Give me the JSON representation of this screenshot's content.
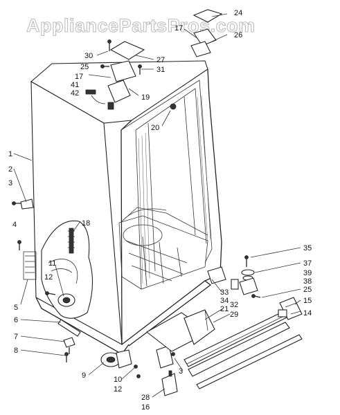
{
  "watermark": "AppliancePartsPros.com",
  "callouts": [
    {
      "id": "c24",
      "label": "24"
    },
    {
      "id": "c17a",
      "label": "17"
    },
    {
      "id": "c26",
      "label": "26"
    },
    {
      "id": "c30",
      "label": "30"
    },
    {
      "id": "c27",
      "label": "27"
    },
    {
      "id": "c25a",
      "label": "25"
    },
    {
      "id": "c31",
      "label": "31"
    },
    {
      "id": "c17b",
      "label": "17"
    },
    {
      "id": "c41",
      "label": "41"
    },
    {
      "id": "c42",
      "label": "42"
    },
    {
      "id": "c19",
      "label": "19"
    },
    {
      "id": "c20",
      "label": "20"
    },
    {
      "id": "c1",
      "label": "1"
    },
    {
      "id": "c2",
      "label": "2"
    },
    {
      "id": "c3a",
      "label": "3"
    },
    {
      "id": "c4",
      "label": "4"
    },
    {
      "id": "c18",
      "label": "18"
    },
    {
      "id": "c11",
      "label": "11"
    },
    {
      "id": "c12a",
      "label": "12"
    },
    {
      "id": "c5",
      "label": "5"
    },
    {
      "id": "c6",
      "label": "6"
    },
    {
      "id": "c7",
      "label": "7"
    },
    {
      "id": "c8",
      "label": "8"
    },
    {
      "id": "c9",
      "label": "9"
    },
    {
      "id": "c10",
      "label": "10"
    },
    {
      "id": "c12b",
      "label": "12"
    },
    {
      "id": "c28",
      "label": "28"
    },
    {
      "id": "c16",
      "label": "16"
    },
    {
      "id": "c3b",
      "label": "3"
    },
    {
      "id": "c33",
      "label": "33"
    },
    {
      "id": "c34",
      "label": "34"
    },
    {
      "id": "c21",
      "label": "21"
    },
    {
      "id": "c32",
      "label": "32"
    },
    {
      "id": "c29",
      "label": "29"
    },
    {
      "id": "c35",
      "label": "35"
    },
    {
      "id": "c37",
      "label": "37"
    },
    {
      "id": "c39",
      "label": "39"
    },
    {
      "id": "c38",
      "label": "38"
    },
    {
      "id": "c25b",
      "label": "25"
    },
    {
      "id": "c15",
      "label": "15"
    },
    {
      "id": "c14",
      "label": "14"
    }
  ]
}
